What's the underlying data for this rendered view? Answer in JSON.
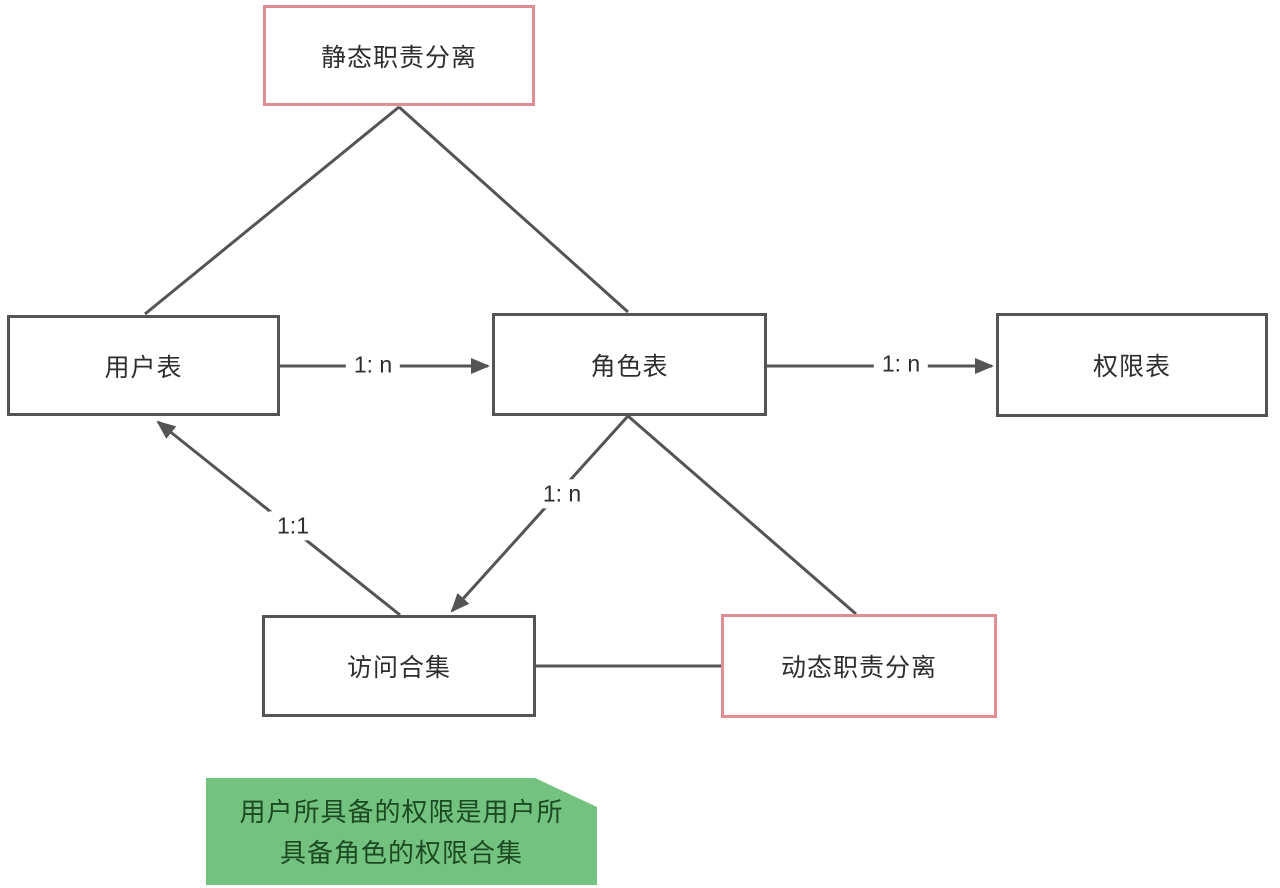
{
  "nodes": {
    "static_sod": {
      "label": "静态职责分离"
    },
    "user_table": {
      "label": "用户表"
    },
    "role_table": {
      "label": "角色表"
    },
    "permission_table": {
      "label": "权限表"
    },
    "access_set": {
      "label": "访问合集"
    },
    "dynamic_sod": {
      "label": "动态职责分离"
    }
  },
  "edges": {
    "user_to_role": {
      "label": "1: n"
    },
    "role_to_permission": {
      "label": "1: n"
    },
    "role_to_access": {
      "label": "1: n"
    },
    "access_to_user": {
      "label": "1:1"
    }
  },
  "note": {
    "text": "用户所具备的权限是用户所具备角色的权限合集"
  },
  "colors": {
    "box_border_gray": "#545454",
    "box_border_pink": "#e08e93",
    "connector": "#545454",
    "note_fill": "#74c27f",
    "note_text": "#1c4a22",
    "label_text": "#2e2e2e",
    "background": "#ffffff"
  }
}
